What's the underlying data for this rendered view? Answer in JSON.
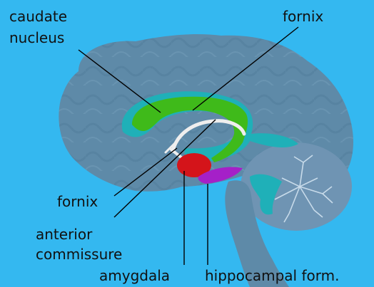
{
  "background_color": "#34b8f0",
  "structures": [
    {
      "name": "cerebrum",
      "color": "#5e8aa8"
    },
    {
      "name": "cerebellum",
      "color": "#6f94b3"
    },
    {
      "name": "brainstem",
      "color": "#5e8aa8"
    },
    {
      "name": "lateral-ventricle",
      "color": "#1fb0b8"
    },
    {
      "name": "caudate-nucleus",
      "color": "#3fba1a"
    },
    {
      "name": "fornix",
      "color": "#eeeeee"
    },
    {
      "name": "amygdala",
      "color": "#d4141a"
    },
    {
      "name": "hippocampal-formation",
      "color": "#a520c8"
    }
  ],
  "labels": {
    "caudate_line1": "caudate",
    "caudate_line2": "nucleus",
    "fornix_top": "fornix",
    "fornix_left": "fornix",
    "anterior_line1": "anterior",
    "anterior_line2": "commissure",
    "amygdala": "amygdala",
    "hippocampal": "hippocampal form."
  }
}
